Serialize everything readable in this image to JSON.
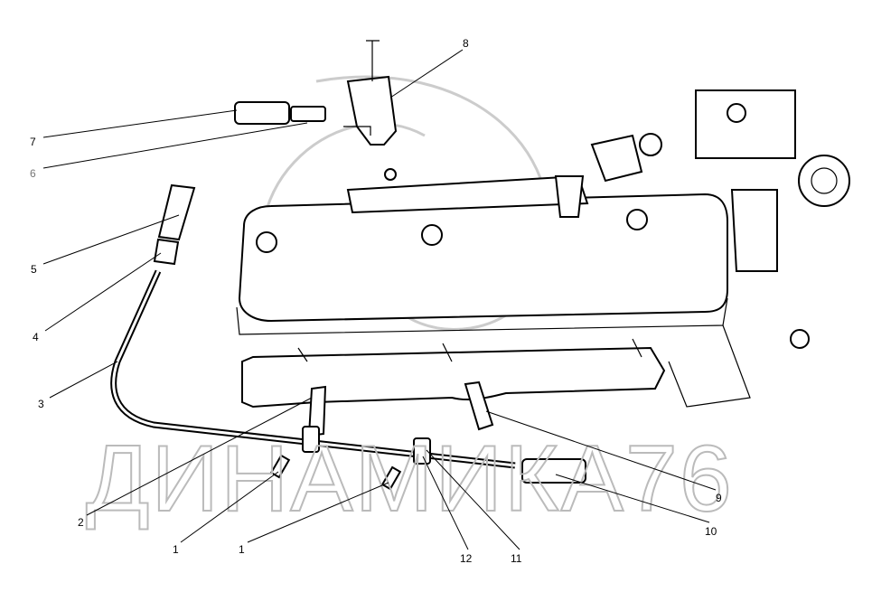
{
  "watermark": "ДИНАМИКА76",
  "callouts": [
    {
      "id": "c8",
      "text": "8"
    },
    {
      "id": "c7",
      "text": "7"
    },
    {
      "id": "c6",
      "text": "6"
    },
    {
      "id": "c5",
      "text": "5"
    },
    {
      "id": "c4",
      "text": "4"
    },
    {
      "id": "c3",
      "text": "3"
    },
    {
      "id": "c2",
      "text": "2"
    },
    {
      "id": "c1a",
      "text": "1"
    },
    {
      "id": "c1b",
      "text": "1"
    },
    {
      "id": "c12",
      "text": "12"
    },
    {
      "id": "c11",
      "text": "11"
    },
    {
      "id": "c9",
      "text": "9"
    },
    {
      "id": "c10",
      "text": "10"
    }
  ]
}
